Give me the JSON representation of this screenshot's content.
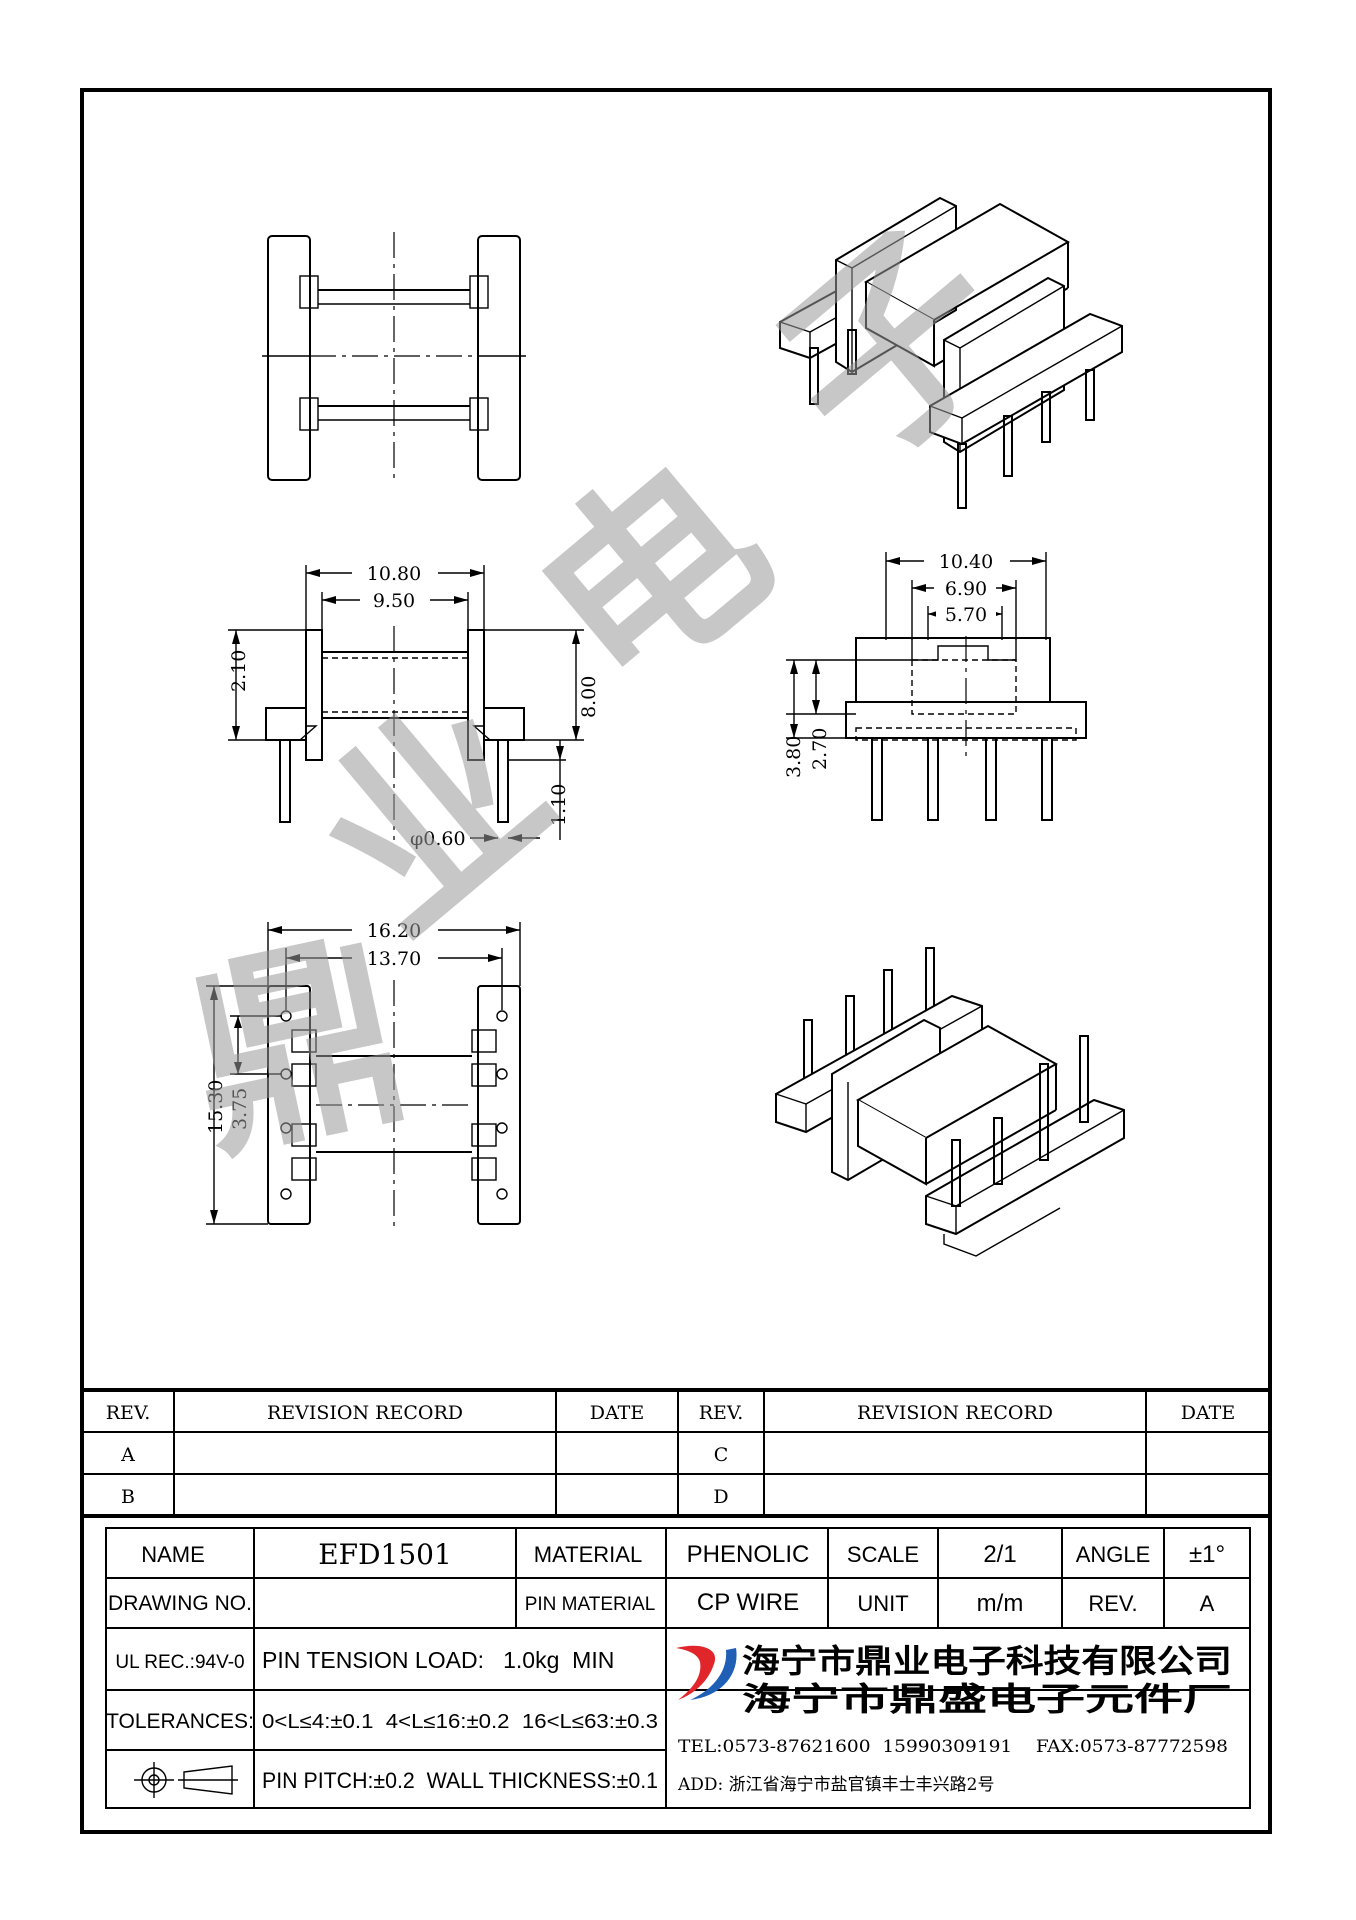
{
  "drawing": {
    "dims": {
      "top_width_outer": "10.80",
      "top_width_inner": "9.50",
      "left_height": "2.10",
      "right_height": "8.00",
      "pin_len": "1.10",
      "pin_dia": "φ0.60",
      "side_outer": "10.40",
      "side_mid": "6.90",
      "side_inner": "5.70",
      "side_h1": "3.80",
      "side_h2": "2.70",
      "bottom_outer": "16.20",
      "bottom_inner": "13.70",
      "bottom_height": "15.30",
      "bottom_pitch": "3.75"
    },
    "watermark": [
      "鼎",
      "业",
      "电",
      "子"
    ]
  },
  "revision_table": {
    "headers": [
      "REV.",
      "REVISION RECORD",
      "DATE",
      "REV.",
      "REVISION RECORD",
      "DATE"
    ],
    "rows_left": [
      "A",
      "B"
    ],
    "rows_right": [
      "C",
      "D"
    ]
  },
  "title_block": {
    "name_label": "NAME",
    "name_value": "EFD1501",
    "material_label": "MATERIAL",
    "material_value": "PHENOLIC",
    "scale_label": "SCALE",
    "scale_value": "2/1",
    "angle_label": "ANGLE",
    "angle_value": "±1°",
    "drawing_no_label": "DRAWING NO.",
    "drawing_no_value": "",
    "pin_material_label": "PIN MATERIAL",
    "pin_material_value": "CP WIRE",
    "unit_label": "UNIT",
    "unit_value": "m/m",
    "rev_label": "REV.",
    "rev_value": "A",
    "ul_rec": "UL REC.:94V-0",
    "pin_tension": "PIN TENSION LOAD:   1.0kg  MIN",
    "tolerances_label": "TOLERANCES:",
    "tolerances_value": "0<L≤4:±0.1  4<L≤16:±0.2  16<L≤63:±0.3",
    "pin_pitch": "PIN PITCH:±0.2  WALL THICKNESS:±0.1",
    "company_cn_1": "海宁市鼎业电子科技有限公司",
    "company_cn_2": "海宁市鼎盛电子元件厂",
    "tel": "TEL:0573-87621600  15990309191    FAX:0573-87772598",
    "address": "ADD: 浙江省海宁市盐官镇丰士丰兴路2号"
  },
  "colors": {
    "line": "#000000",
    "watermark": "#9a9a9a",
    "logo_red": "#e0262a",
    "logo_blue": "#1f5fb5"
  }
}
